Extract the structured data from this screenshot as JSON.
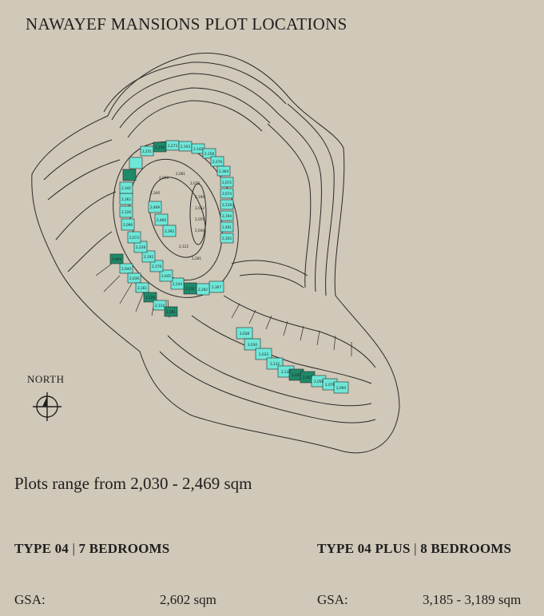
{
  "title": "NAWAYEF MANSIONS PLOT LOCATIONS",
  "north_label": "NORTH",
  "range_text": "Plots range from 2,030 - 2,469 sqm",
  "types": [
    {
      "name": "TYPE 04",
      "bedrooms": "7 BEDROOMS",
      "gsa_label": "GSA:",
      "gsa_value": "2,602 sqm"
    },
    {
      "name": "TYPE 04 PLUS",
      "bedrooms": "8 BEDROOMS",
      "gsa_label": "GSA:",
      "gsa_value": "3,185 - 3,189 sqm"
    }
  ],
  "colors": {
    "background": "#d0c8b8",
    "line": "#2a2a2a",
    "plot_light": "#6fe7d8",
    "plot_dark": "#1e8a6a",
    "plot_empty": "#d8d0c2"
  },
  "plots": {
    "ring_outer": [
      "2,251",
      "2,258",
      "2,273",
      "2,193",
      "2,142",
      "2,158",
      "2,276",
      "2,364",
      "2,072",
      "2,074",
      "2,118",
      "2,194",
      "2,401",
      "2,355",
      "2,307",
      "2,282",
      "2,231",
      "2,144",
      "2,045",
      "2,178",
      "2,192",
      "2,228",
      "2,073",
      "2,096",
      "2,126",
      "2,262",
      "2,342"
    ],
    "ring_inner": [
      "2,098",
      "2,081",
      "2,078",
      "2,190",
      "2,052",
      "2,055",
      "2,040",
      "2,122",
      "2,281",
      "2,469",
      "2,460",
      "2,392",
      "2,340"
    ],
    "south_ring": [
      "2,469",
      "2,040",
      "2,036",
      "2,161",
      "2,129",
      "2,114",
      "2,281"
    ],
    "east_row": [
      "2,038",
      "2,030",
      "2,033",
      "2,132",
      "2,136",
      "2,037",
      "2,057",
      "2,056",
      "2,070",
      "2,094"
    ]
  }
}
